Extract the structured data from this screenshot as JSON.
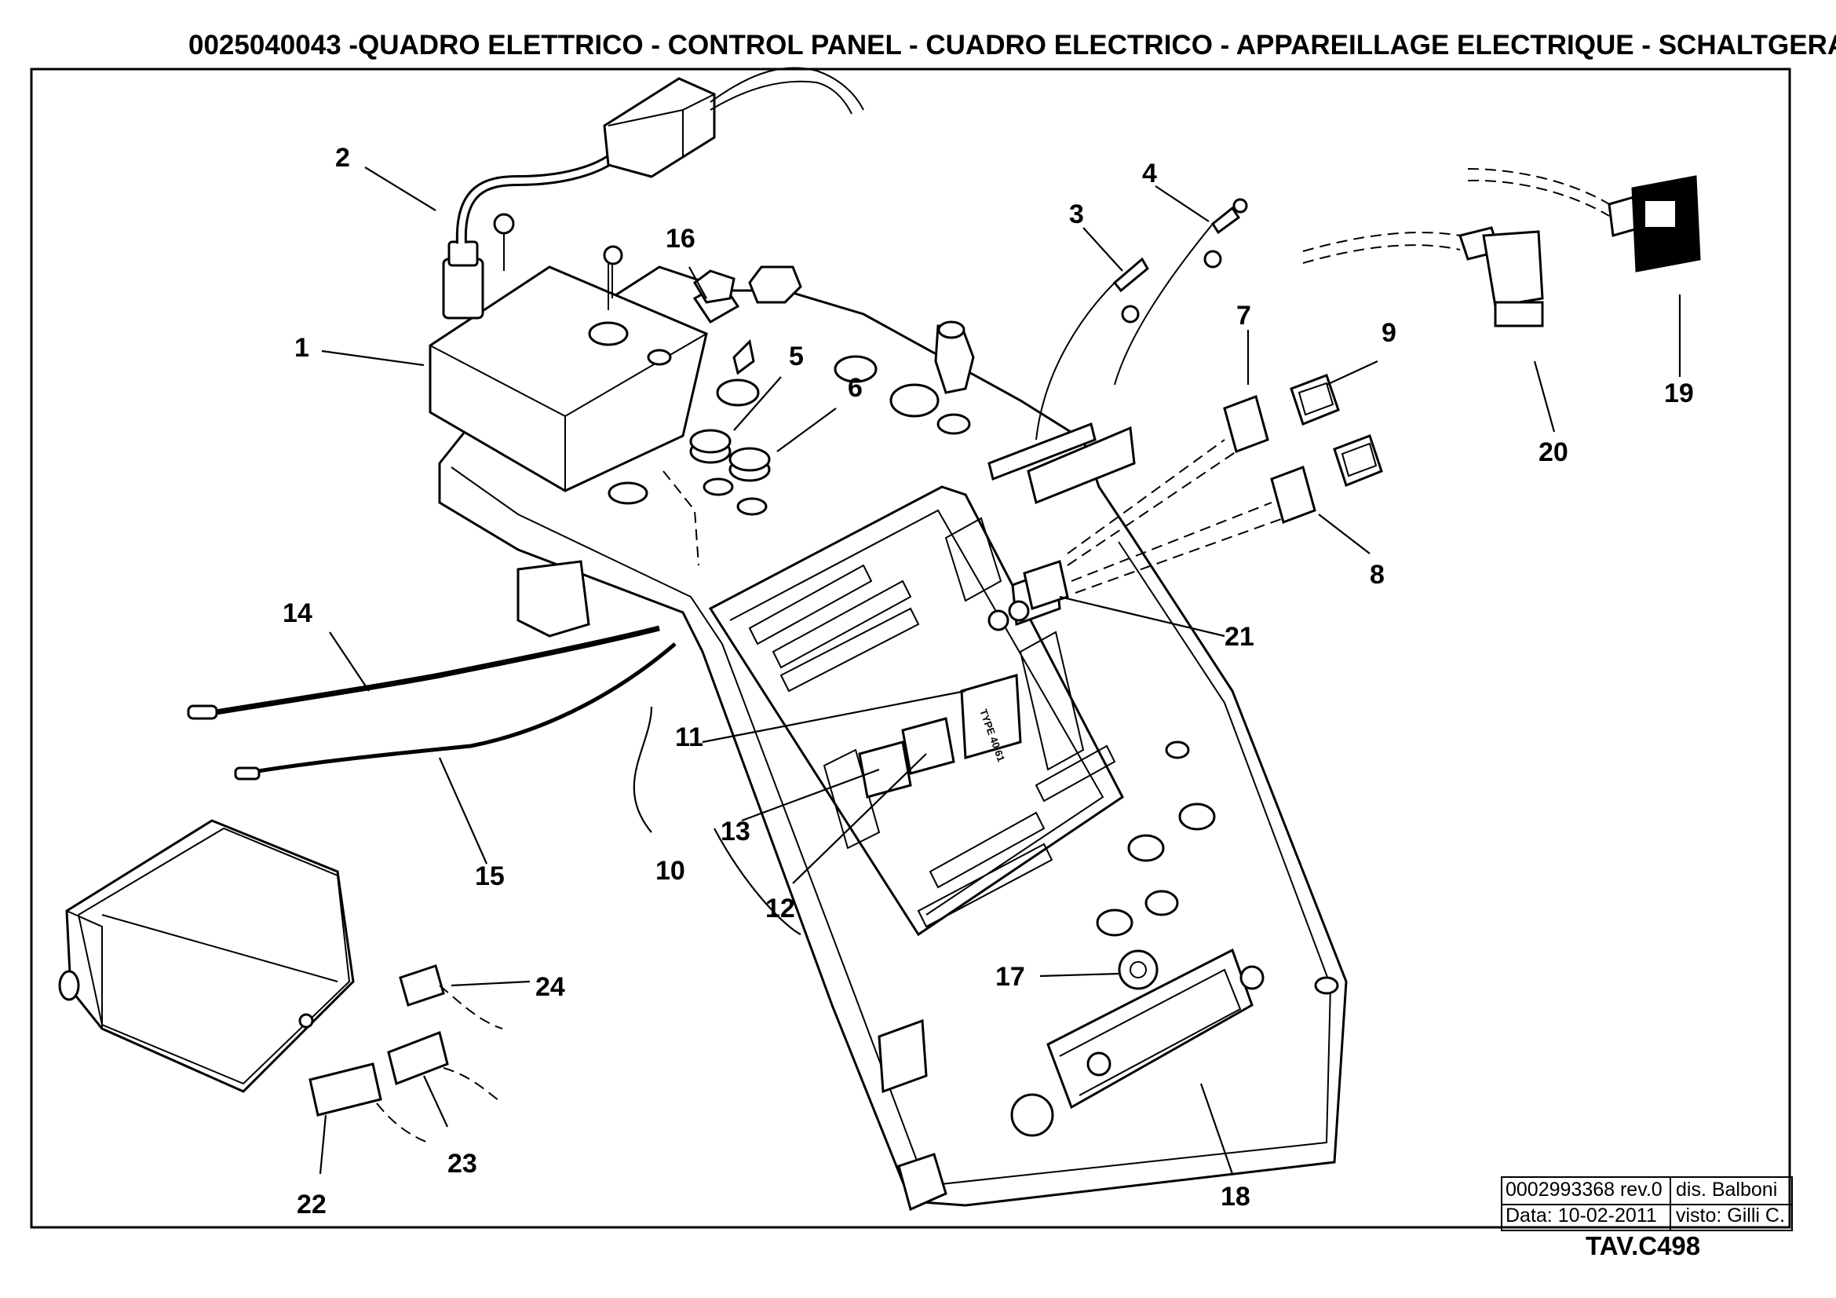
{
  "title": "0025040043 -QUADRO ELETTRICO - CONTROL PANEL - CUADRO ELECTRICO - APPAREILLAGE ELECTRIQUE - SCHALTGERAETE",
  "callouts": [
    "1",
    "2",
    "3",
    "4",
    "5",
    "6",
    "7",
    "8",
    "9",
    "10",
    "11",
    "12",
    "13",
    "14",
    "15",
    "16",
    "17",
    "18",
    "19",
    "20",
    "21",
    "22",
    "23",
    "24"
  ],
  "relay_marking": "TYPE 40.61",
  "title_block": {
    "drawing_number": "0002993368 rev.0",
    "drawn_by": "dis. Balboni",
    "date": "Data: 10-02-2011",
    "checked_by": "visto: Gilli C."
  },
  "sheet_code": "TAV.C498"
}
